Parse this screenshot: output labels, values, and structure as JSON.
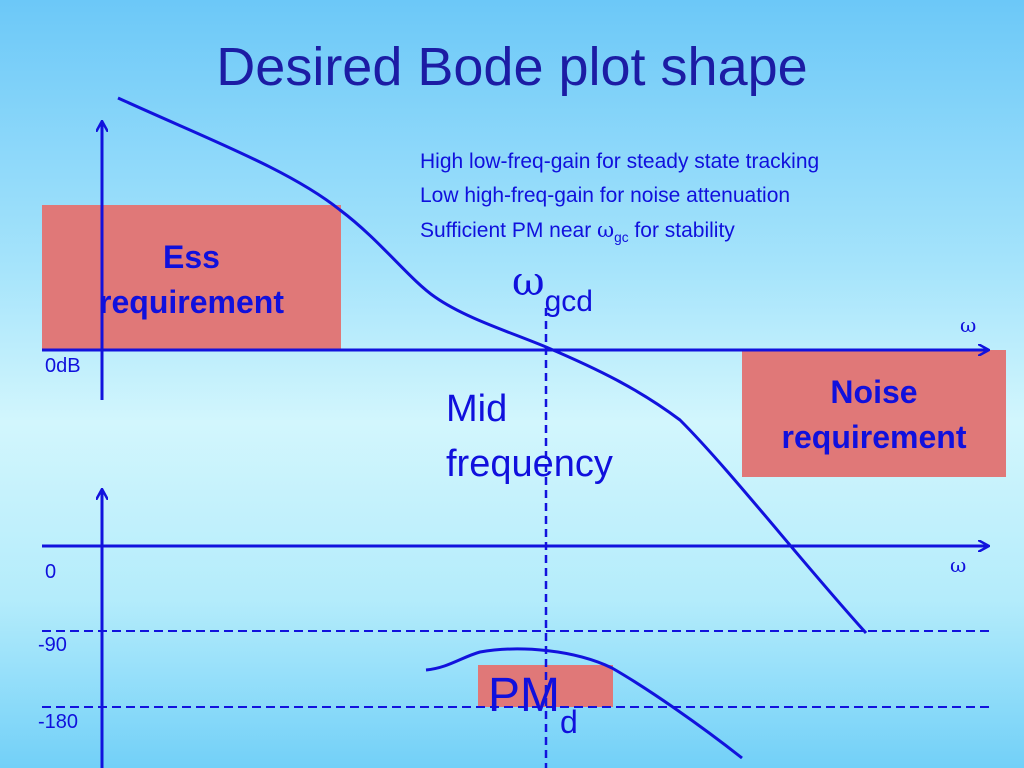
{
  "title": "Desired Bode plot shape",
  "notes": [
    "High low-freq-gain for steady state tracking",
    "Low high-freq-gain for noise attenuation"
  ],
  "note3": {
    "prefix": "Sufficient PM near ",
    "symbol": "ω",
    "sub": "gc",
    "suffix": " for stability"
  },
  "ess": {
    "line1": "Ess",
    "line2": "requirement"
  },
  "noise": {
    "line1": "Noise",
    "line2": "requirement"
  },
  "crossover": {
    "symbol": "ω",
    "sub": "gcd"
  },
  "mid": {
    "line1": "Mid",
    "line2": "frequency"
  },
  "magnitude_axis": {
    "zero_label": "0dB",
    "freq_label": "ω"
  },
  "phase_axis": {
    "zero_label": "0",
    "m90_label": "-90",
    "m180_label": "-180",
    "freq_label": "ω"
  },
  "phase_margin": {
    "main": "PM",
    "sub": "d"
  },
  "colors": {
    "line": "#1212dd",
    "box": "#e07878",
    "title": "#1c1ca4"
  }
}
